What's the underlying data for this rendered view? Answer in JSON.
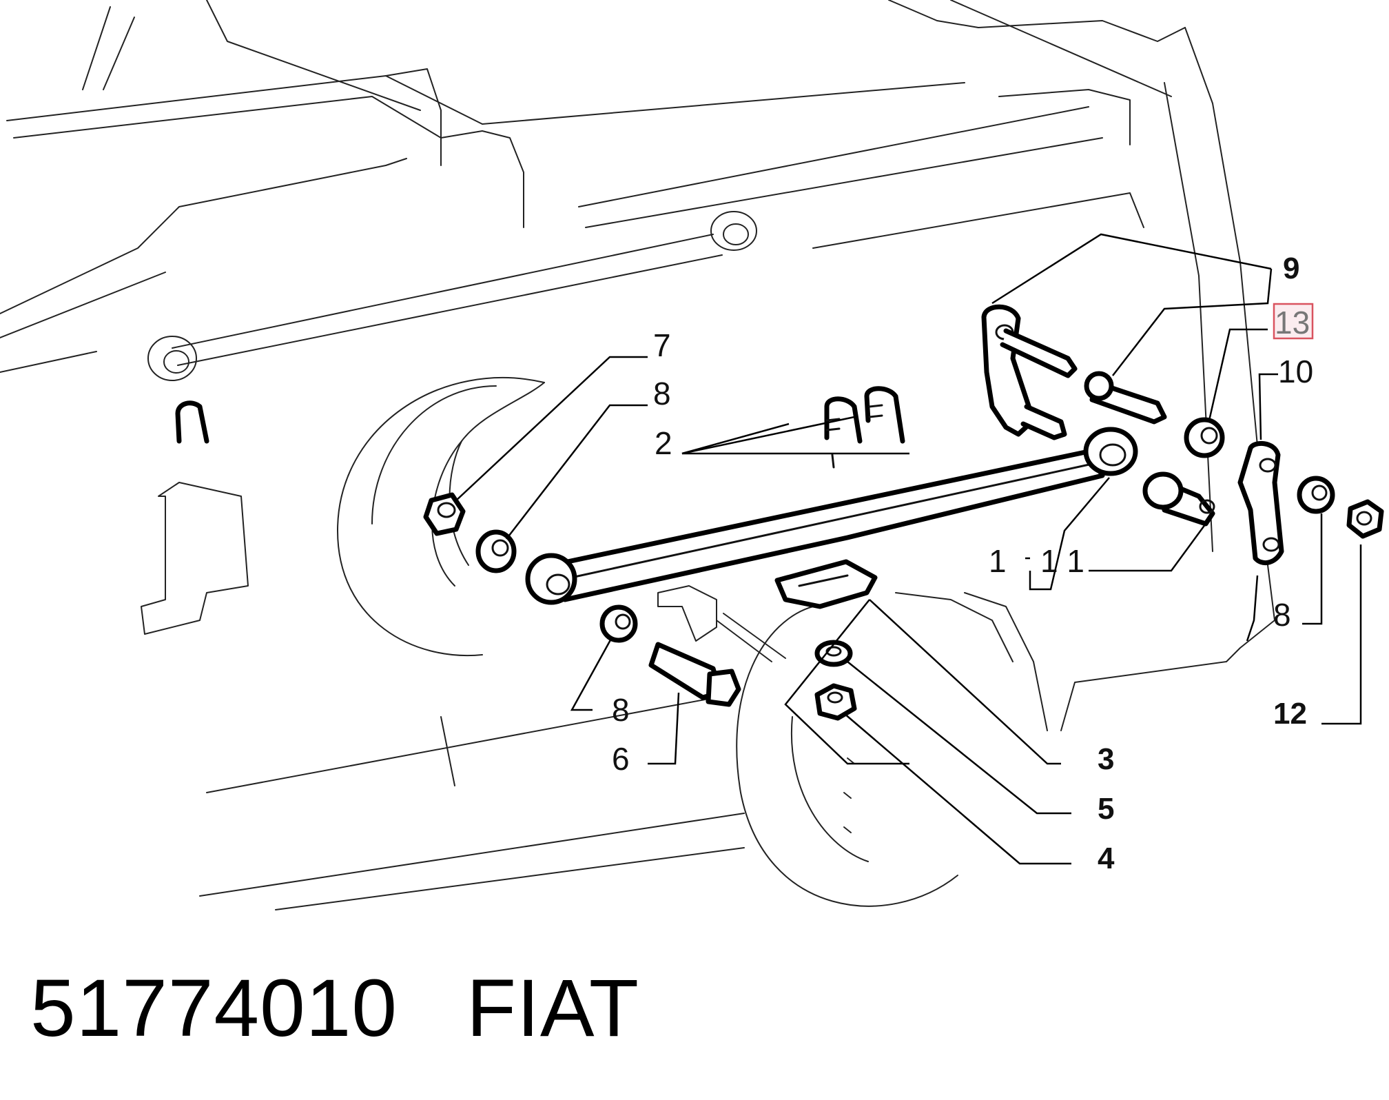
{
  "callouts": {
    "c1": "1",
    "c2": "2",
    "c3": "3",
    "c4": "4",
    "c5": "5",
    "c6": "6",
    "c7": "7",
    "c8a": "8",
    "c8b": "8",
    "c8c": "8",
    "c9": "9",
    "c10": "10",
    "c11": "1 1",
    "c12": "12",
    "c13": "13"
  },
  "highlighted_callout": "13",
  "footer": {
    "part_number": "51774010",
    "brand": "FIAT"
  }
}
